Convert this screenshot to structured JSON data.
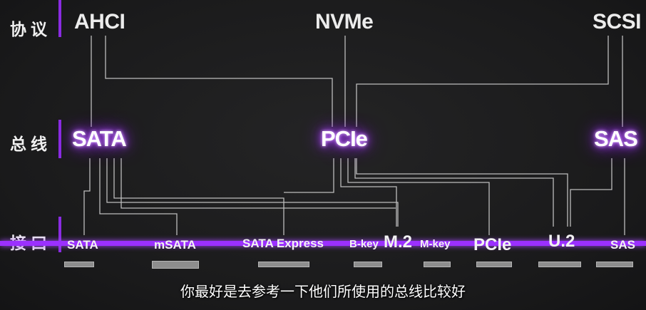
{
  "rows": {
    "protocol": "协议",
    "bus": "总线",
    "interface": "接口"
  },
  "protocols": [
    "AHCI",
    "NVMe",
    "SCSI"
  ],
  "buses": [
    "SATA",
    "PCIe",
    "SAS"
  ],
  "interfaces": {
    "sata": "SATA",
    "msata": "mSATA",
    "sata_express": "SATA Express",
    "bkey": "B-key",
    "m2": "M.2",
    "mkey": "M-key",
    "pcie": "PCIe",
    "u2": "U.2",
    "sas": "SAS"
  },
  "subtitle": "你最好是去参考一下他们所使用的总线比较好",
  "colors": {
    "accent": "#9b30ff",
    "background": "#1b1b1c",
    "line": "#bdbdbd"
  }
}
